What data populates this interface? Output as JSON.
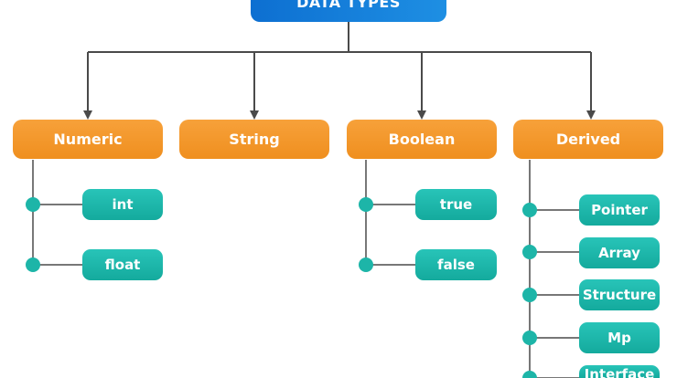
{
  "root": {
    "label": "DATA TYPES"
  },
  "categories": [
    {
      "label": "Numeric",
      "children": [
        "int",
        "float"
      ]
    },
    {
      "label": "String",
      "children": []
    },
    {
      "label": "Boolean",
      "children": [
        "true",
        "false"
      ]
    },
    {
      "label": "Derived",
      "children": [
        "Pointer",
        "Array",
        "Structure",
        "Mp",
        "Interface"
      ]
    }
  ],
  "colors": {
    "root": "#1a86de",
    "category": "#f39a2c",
    "leaf": "#1db5a8",
    "connector": "#4a4a4a",
    "dot": "#1db5a8"
  }
}
